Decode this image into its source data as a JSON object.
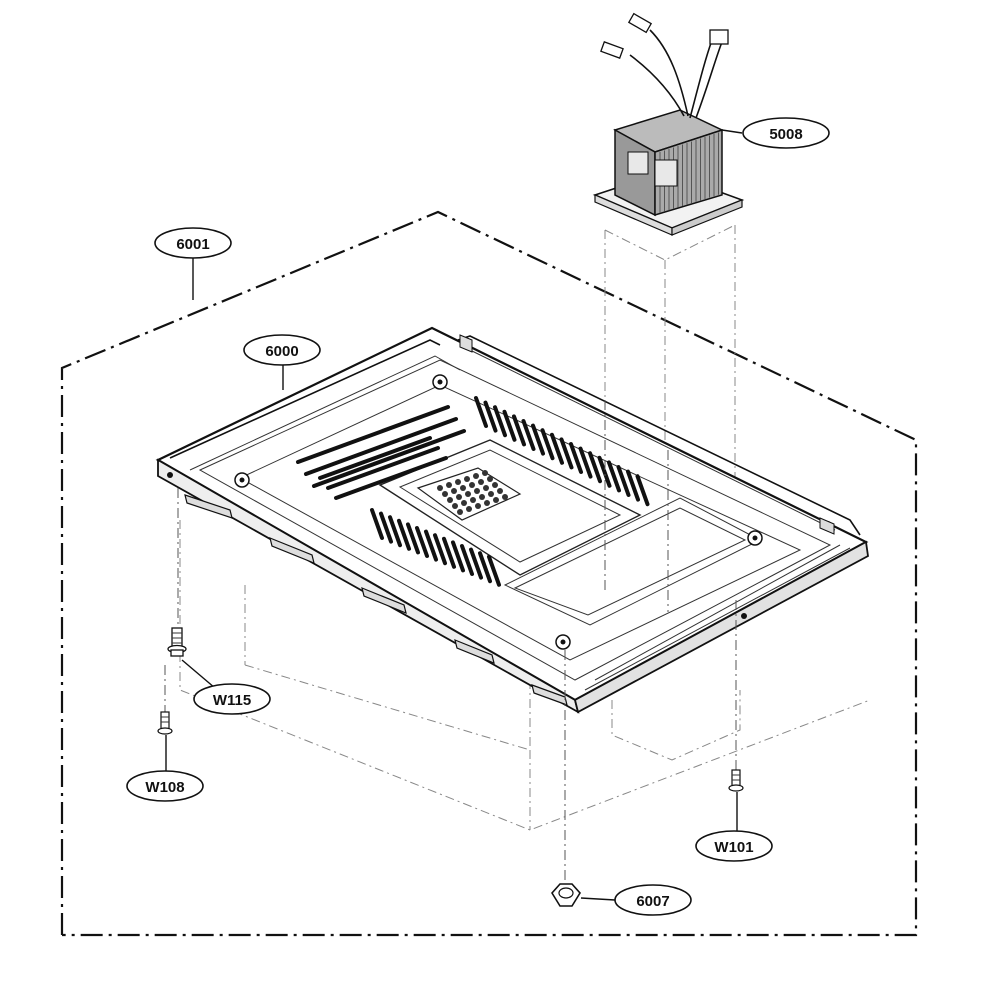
{
  "diagram": {
    "callouts": {
      "transformer": "5008",
      "enclosure": "6001",
      "base_plate": "6000",
      "screw_w115": "W115",
      "screw_w108": "W108",
      "screw_w101": "W101",
      "nut_6007": "6007"
    }
  }
}
